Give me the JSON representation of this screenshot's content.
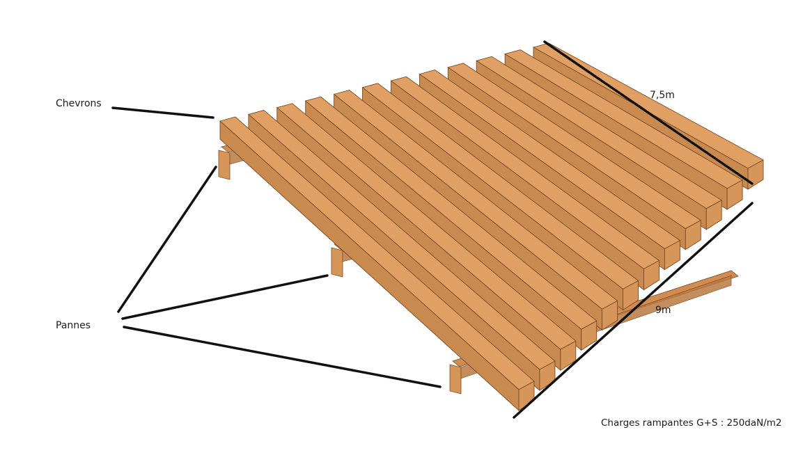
{
  "labels": {
    "chevrons": "Chevrons",
    "pannes": "Pannes",
    "width": "7,5m",
    "length": "9m",
    "loads": "Charges rampantes G+S : 250daN/m2"
  },
  "structure": {
    "chevron_count": 12,
    "panne_count": 3
  },
  "colors": {
    "wood_top": "#e0a064",
    "wood_side": "#c98a50",
    "wood_end": "#d79659",
    "purlin_top": "#d18c51",
    "purlin_side": "#b97a42",
    "outline": "#7a4a22",
    "leader_line": "#111111",
    "text": "#1a1a1a"
  }
}
